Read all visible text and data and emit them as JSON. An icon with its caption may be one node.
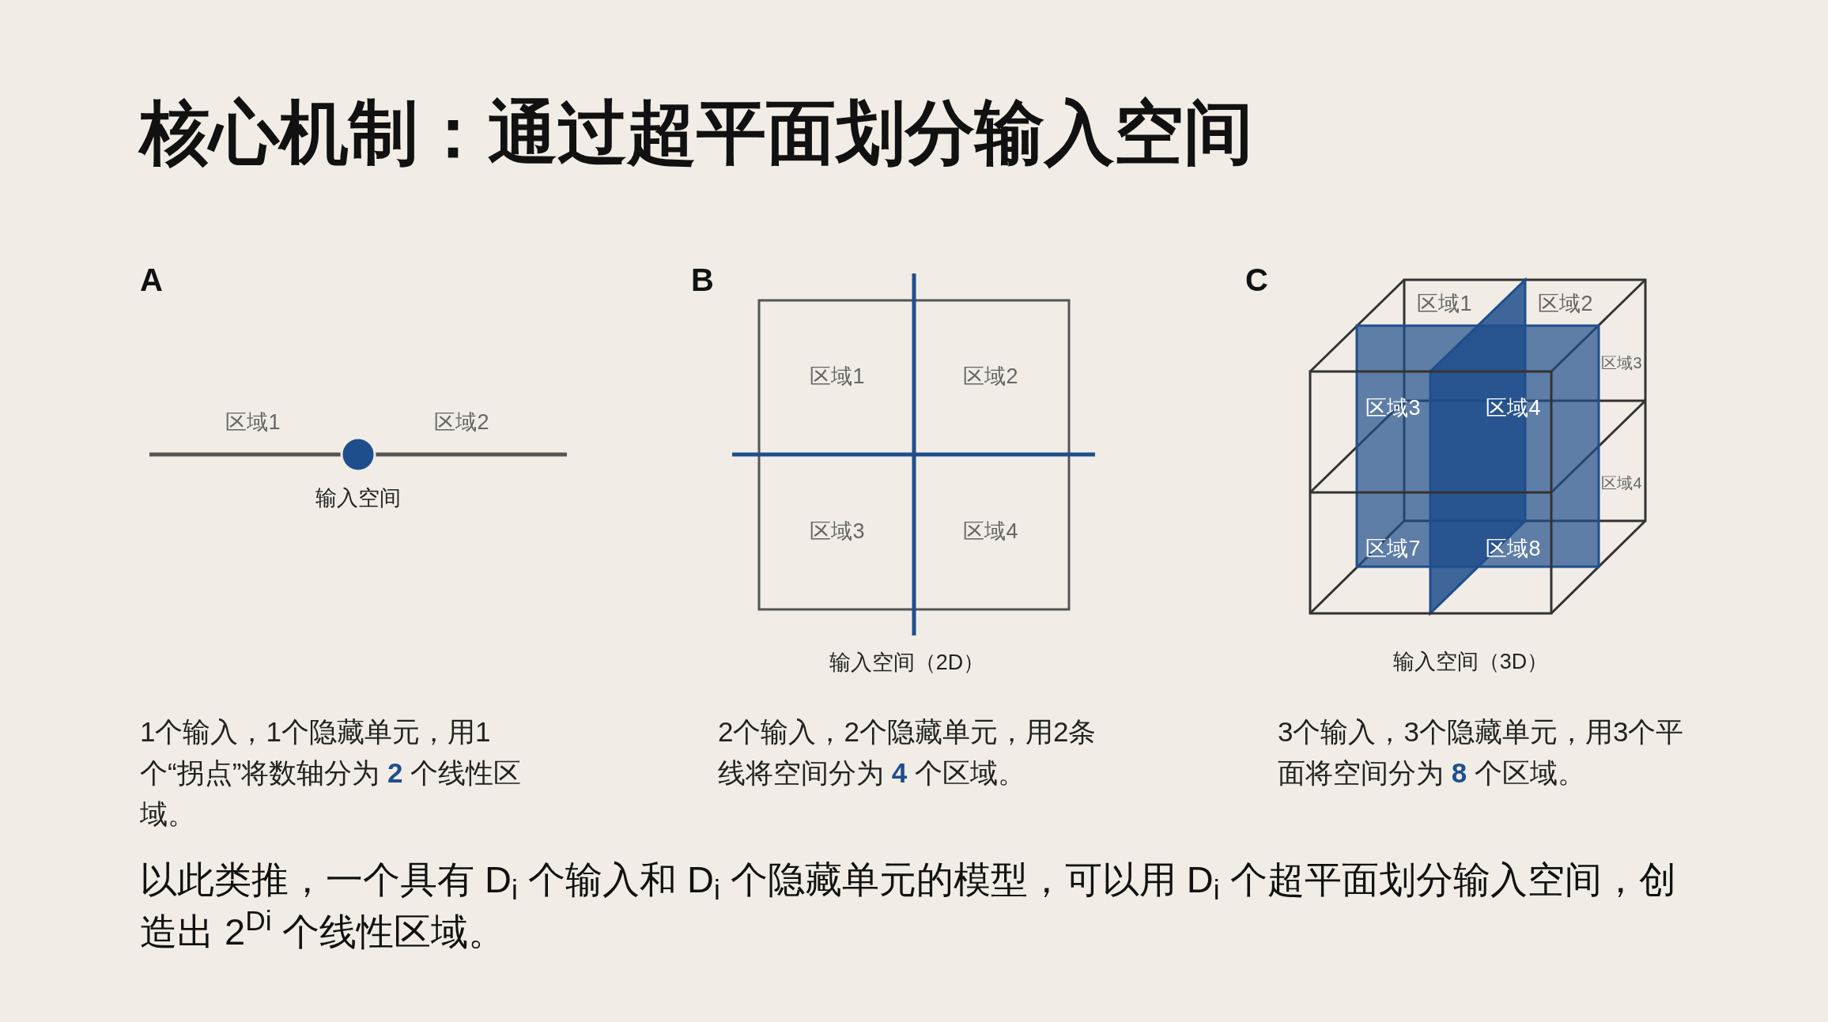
{
  "diagram": {
    "title": "核心机制：通过超平面划分输入空间",
    "labels": [
      "A",
      "B",
      "C",
      "区域1",
      "区域2",
      "输入空间",
      "区域1",
      "区域2",
      "区域3",
      "区域4",
      "输入空间（2D）",
      "区域1",
      "区域2",
      "区域3",
      "区域3",
      "区域4",
      "区域4",
      "区域7",
      "区域8",
      "输入空间（3D）",
      "1个输入，1个隐藏单元，用1个“拐点”将数轴分为 **2** 个线性区域。",
      "2个输入，2个隐藏单元，用2条线将空间分为 **4** 个区域。",
      "3个输入，3个隐藏单元，用3个平面将空间分为 **8** 个区域。",
      "以此类推，一个具有 D$_{i}$ 个输入和 D$_{i}$ 个隐藏单元的模型，可以用 D$_{i}$ 个超平面划分输入空间，创造出 2$^{Di}$ 个线性区域。"
    ]
  }
}
